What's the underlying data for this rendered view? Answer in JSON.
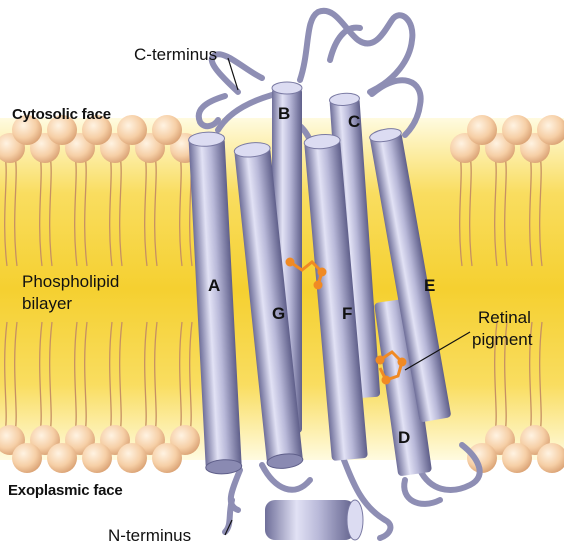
{
  "labels": {
    "c_terminus": "C-terminus",
    "n_terminus": "N-terminus",
    "cytosolic_face": "Cytosolic face",
    "exoplasmic_face": "Exoplasmic face",
    "phospholipid_line1": "Phospholipid",
    "phospholipid_line2": "bilayer",
    "retinal_line1": "Retinal",
    "retinal_line2": "pigment"
  },
  "helices": [
    "A",
    "B",
    "C",
    "D",
    "E",
    "F",
    "G"
  ],
  "colors": {
    "bilayer_core": "#f7d43f",
    "bilayer_edge": "#fff6c4",
    "lipid_head": "#f3c99c",
    "lipid_tail": "#c69063",
    "helix_light": "#d9d9f0",
    "helix_mid": "#a6a6cc",
    "helix_dark": "#6e6e99",
    "loop": "#9c9cbe",
    "retinal": "#f08a24"
  }
}
